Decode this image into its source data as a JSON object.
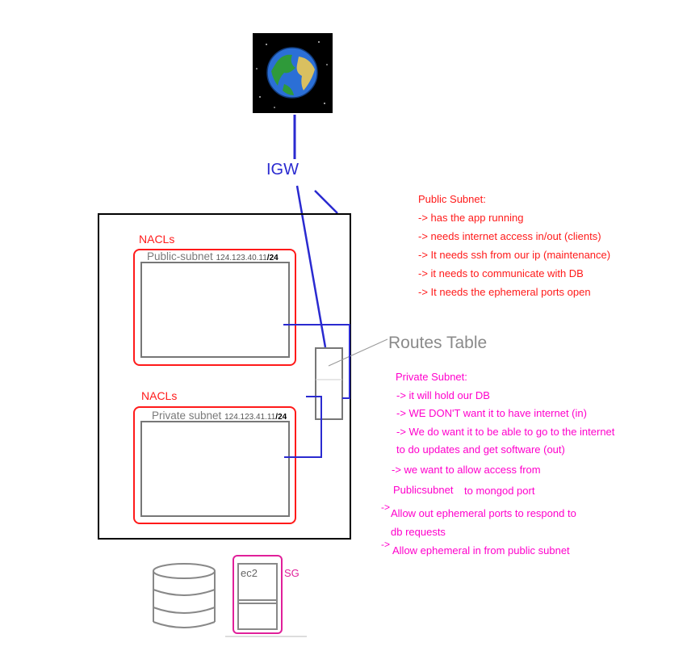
{
  "igw_label": "IGW",
  "routes_table_label": "Routes Table",
  "public_subnet": {
    "nacl_label": "NACLs",
    "name": "Public-subnet",
    "cidr": "124.123.40.11",
    "mask": "/24"
  },
  "private_subnet": {
    "nacl_label": "NACLs",
    "name": "Private subnet",
    "cidr": "124.123.41.11",
    "mask": "/24"
  },
  "public_notes": {
    "title": "Public Subnet:",
    "lines": [
      "-> has the app running",
      "-> needs internet access in/out (clients)",
      "-> It needs ssh from our ip (maintenance)",
      "-> it needs to communicate with DB",
      "-> It needs the ephemeral ports open"
    ]
  },
  "private_notes": {
    "title": "Private Subnet:",
    "lines": [
      "-> it will hold our DB",
      "-> WE DON'T want it to have internet (in)",
      "-> We do want it to be able to go to the internet",
      "to do updates and get software (out)",
      "-> we want to allow access from",
      "Publicsubnet",
      "to mongod port",
      "->",
      "Allow out ephemeral ports to respond to",
      "db requests",
      "->",
      "Allow ephemeral in from public subnet"
    ]
  },
  "ec2_label": "ec2",
  "sg_label": "SG",
  "colors": {
    "igw_line": "#2a2ad0",
    "nacl_border": "#ff1a1a",
    "sg_border": "#e0209a",
    "public_text": "#ff1a1a",
    "private_text": "#ff00cc"
  }
}
